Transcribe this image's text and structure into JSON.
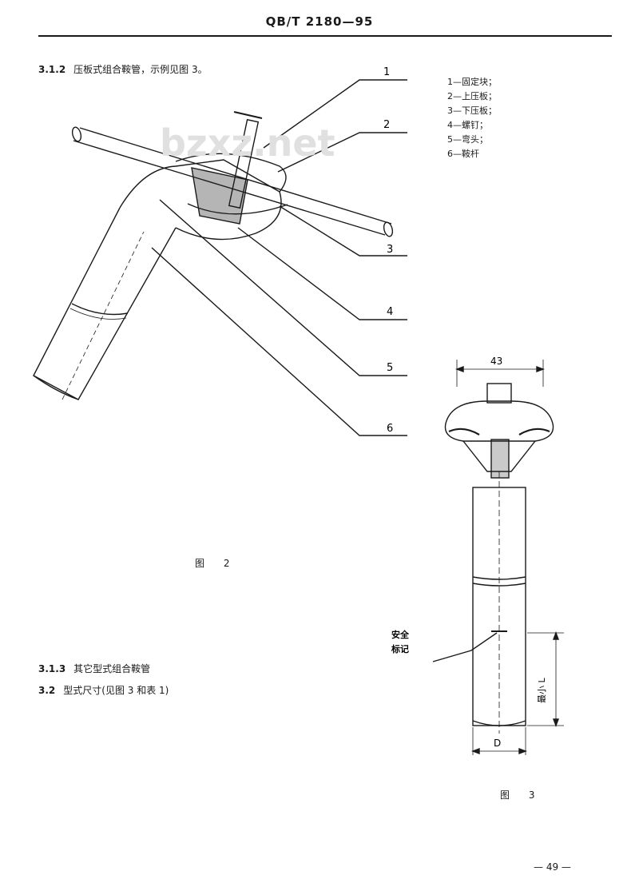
{
  "header": {
    "title": "QB/T  2180—95"
  },
  "clauses": [
    {
      "number": "3.1.2",
      "text": "压板式组合鞍管，示例见图 3。"
    },
    {
      "number": "3.1.3",
      "text": "其它型式组合鞍管"
    },
    {
      "number": "3.2",
      "text": "型式尺寸(见图 3 和表 1)"
    }
  ],
  "figure2": {
    "caption": "图 2",
    "callouts": [
      "1",
      "2",
      "3",
      "4",
      "5",
      "6"
    ]
  },
  "legend": [
    "1—固定块；",
    "2—上压板；",
    "3—下压板；",
    "4—螺钉；",
    "5—弯头；",
    "6—鞍杆"
  ],
  "figure3": {
    "caption": "图 3",
    "dim_top": "43",
    "dim_bottom": "D",
    "dim_side": "最小 L",
    "safety_mark": [
      "安全",
      "标记"
    ]
  },
  "watermark": "bzxz.net",
  "folio": "— 49 —"
}
